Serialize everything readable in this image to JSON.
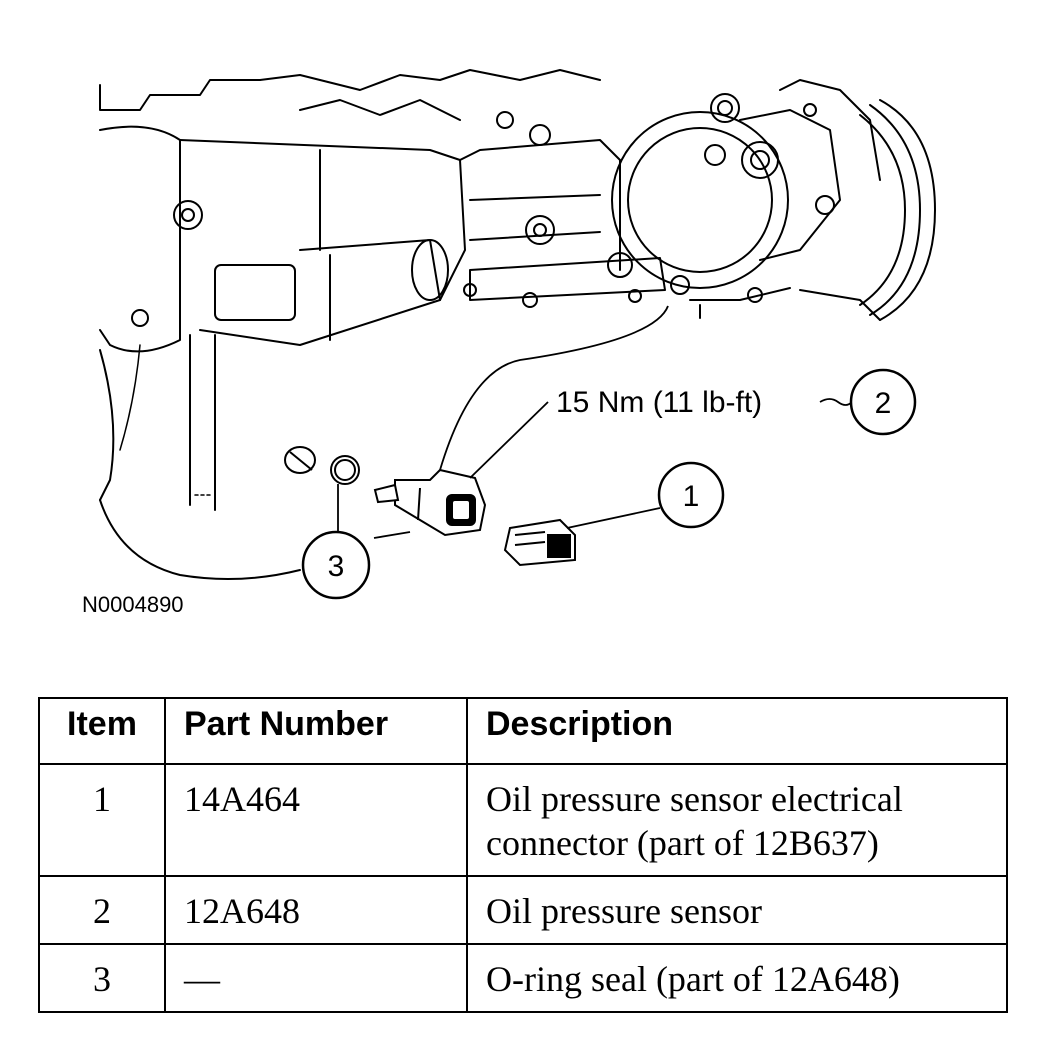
{
  "figure": {
    "id_label": "N0004890",
    "torque_label": "15 Nm (11 lb-ft)",
    "callouts": [
      "1",
      "2",
      "3"
    ]
  },
  "table": {
    "headers": [
      "Item",
      "Part Number",
      "Description"
    ],
    "rows": [
      {
        "item": "1",
        "part": "14A464",
        "desc": "Oil pressure sensor electrical connector (part of 12B637)"
      },
      {
        "item": "2",
        "part": "12A648",
        "desc": "Oil pressure sensor"
      },
      {
        "item": "3",
        "part": "—",
        "desc": "O-ring seal (part of 12A648)"
      }
    ]
  }
}
